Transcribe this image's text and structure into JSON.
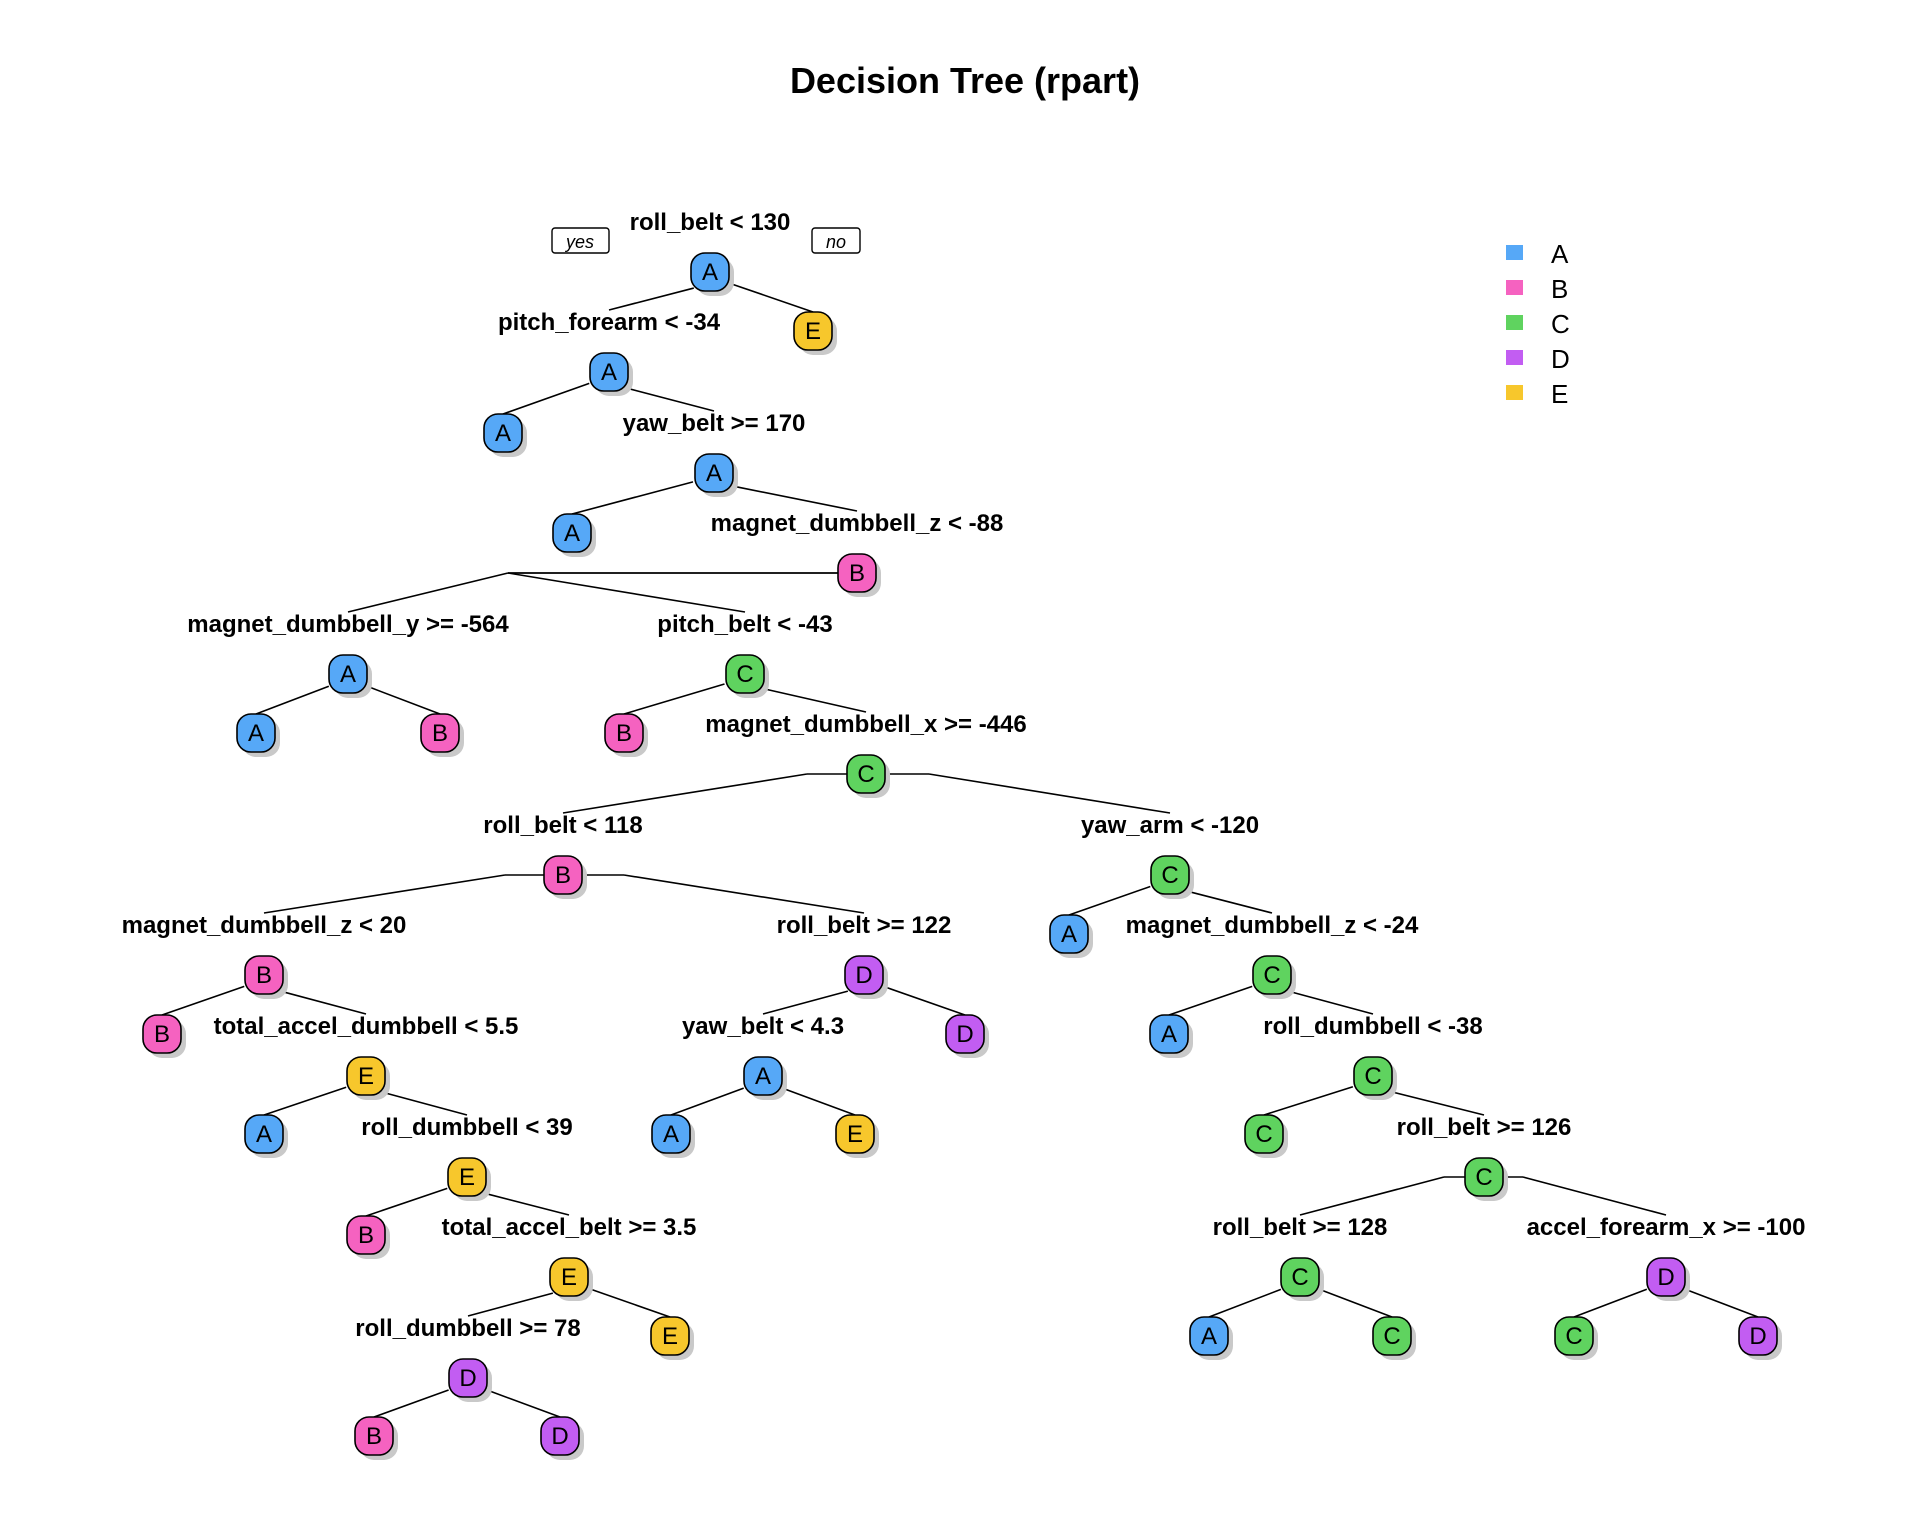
{
  "title": "Decision Tree (rpart)",
  "yes_label": "yes",
  "no_label": "no",
  "colors": {
    "A": "#56a8f7",
    "B": "#f562c0",
    "C": "#5fd35f",
    "D": "#c25df2",
    "E": "#f7c72c"
  },
  "legend": [
    "A",
    "B",
    "C",
    "D",
    "E"
  ],
  "nodes": [
    {
      "id": "n1",
      "cls": "A",
      "split": "roll_belt < 130"
    },
    {
      "id": "n2",
      "cls": "A",
      "split": "pitch_forearm < -34"
    },
    {
      "id": "n3",
      "cls": "E",
      "split": ""
    },
    {
      "id": "n4",
      "cls": "A",
      "split": ""
    },
    {
      "id": "n5",
      "cls": "A",
      "split": "yaw_belt >= 170"
    },
    {
      "id": "n6",
      "cls": "A",
      "split": ""
    },
    {
      "id": "n7",
      "cls": "B",
      "split": "magnet_dumbbell_z < -88"
    },
    {
      "id": "n8",
      "cls": "A",
      "split": "magnet_dumbbell_y >= -564"
    },
    {
      "id": "n9",
      "cls": "C",
      "split": "pitch_belt < -43"
    },
    {
      "id": "n10",
      "cls": "A",
      "split": ""
    },
    {
      "id": "n11",
      "cls": "B",
      "split": ""
    },
    {
      "id": "n12",
      "cls": "B",
      "split": ""
    },
    {
      "id": "n13",
      "cls": "C",
      "split": "magnet_dumbbell_x >= -446"
    },
    {
      "id": "n14",
      "cls": "B",
      "split": "roll_belt < 118"
    },
    {
      "id": "n15",
      "cls": "C",
      "split": "yaw_arm < -120"
    },
    {
      "id": "n16",
      "cls": "B",
      "split": "magnet_dumbbell_z < 20"
    },
    {
      "id": "n17",
      "cls": "D",
      "split": "roll_belt >= 122"
    },
    {
      "id": "n18",
      "cls": "A",
      "split": ""
    },
    {
      "id": "n19",
      "cls": "C",
      "split": "magnet_dumbbell_z < -24"
    },
    {
      "id": "n20",
      "cls": "B",
      "split": ""
    },
    {
      "id": "n21",
      "cls": "E",
      "split": "total_accel_dumbbell < 5.5"
    },
    {
      "id": "n22",
      "cls": "A",
      "split": "yaw_belt < 4.3"
    },
    {
      "id": "n23",
      "cls": "D",
      "split": ""
    },
    {
      "id": "n24",
      "cls": "A",
      "split": ""
    },
    {
      "id": "n25",
      "cls": "C",
      "split": "roll_dumbbell < -38"
    },
    {
      "id": "n26",
      "cls": "A",
      "split": ""
    },
    {
      "id": "n27",
      "cls": "E",
      "split": "roll_dumbbell < 39"
    },
    {
      "id": "n28",
      "cls": "A",
      "split": ""
    },
    {
      "id": "n29",
      "cls": "E",
      "split": ""
    },
    {
      "id": "n30",
      "cls": "C",
      "split": ""
    },
    {
      "id": "n31",
      "cls": "C",
      "split": "roll_belt >= 126"
    },
    {
      "id": "n32",
      "cls": "B",
      "split": ""
    },
    {
      "id": "n33",
      "cls": "E",
      "split": "total_accel_belt >= 3.5"
    },
    {
      "id": "n34",
      "cls": "C",
      "split": "roll_belt >= 128"
    },
    {
      "id": "n35",
      "cls": "D",
      "split": "accel_forearm_x >= -100"
    },
    {
      "id": "n36",
      "cls": "D",
      "split": "roll_dumbbell >= 78"
    },
    {
      "id": "n37",
      "cls": "E",
      "split": ""
    },
    {
      "id": "n38",
      "cls": "A",
      "split": ""
    },
    {
      "id": "n39",
      "cls": "C",
      "split": ""
    },
    {
      "id": "n40",
      "cls": "C",
      "split": ""
    },
    {
      "id": "n41",
      "cls": "D",
      "split": ""
    },
    {
      "id": "n42",
      "cls": "B",
      "split": ""
    },
    {
      "id": "n43",
      "cls": "D",
      "split": ""
    }
  ],
  "edges": [
    [
      "n1",
      "n2"
    ],
    [
      "n1",
      "n3"
    ],
    [
      "n2",
      "n4"
    ],
    [
      "n2",
      "n5"
    ],
    [
      "n5",
      "n6"
    ],
    [
      "n5",
      "n7"
    ],
    [
      "n7",
      "n8"
    ],
    [
      "n7",
      "n9"
    ],
    [
      "n8",
      "n10"
    ],
    [
      "n8",
      "n11"
    ],
    [
      "n9",
      "n12"
    ],
    [
      "n9",
      "n13"
    ],
    [
      "n13",
      "n14"
    ],
    [
      "n13",
      "n15"
    ],
    [
      "n14",
      "n16"
    ],
    [
      "n14",
      "n17"
    ],
    [
      "n15",
      "n18"
    ],
    [
      "n15",
      "n19"
    ],
    [
      "n16",
      "n20"
    ],
    [
      "n16",
      "n21"
    ],
    [
      "n17",
      "n22"
    ],
    [
      "n17",
      "n23"
    ],
    [
      "n19",
      "n24"
    ],
    [
      "n19",
      "n25"
    ],
    [
      "n21",
      "n26"
    ],
    [
      "n21",
      "n27"
    ],
    [
      "n22",
      "n28"
    ],
    [
      "n22",
      "n29"
    ],
    [
      "n25",
      "n30"
    ],
    [
      "n25",
      "n31"
    ],
    [
      "n27",
      "n32"
    ],
    [
      "n27",
      "n33"
    ],
    [
      "n31",
      "n34"
    ],
    [
      "n31",
      "n35"
    ],
    [
      "n33",
      "n36"
    ],
    [
      "n33",
      "n37"
    ],
    [
      "n34",
      "n38"
    ],
    [
      "n34",
      "n39"
    ],
    [
      "n35",
      "n40"
    ],
    [
      "n35",
      "n41"
    ],
    [
      "n36",
      "n42"
    ],
    [
      "n36",
      "n43"
    ]
  ]
}
